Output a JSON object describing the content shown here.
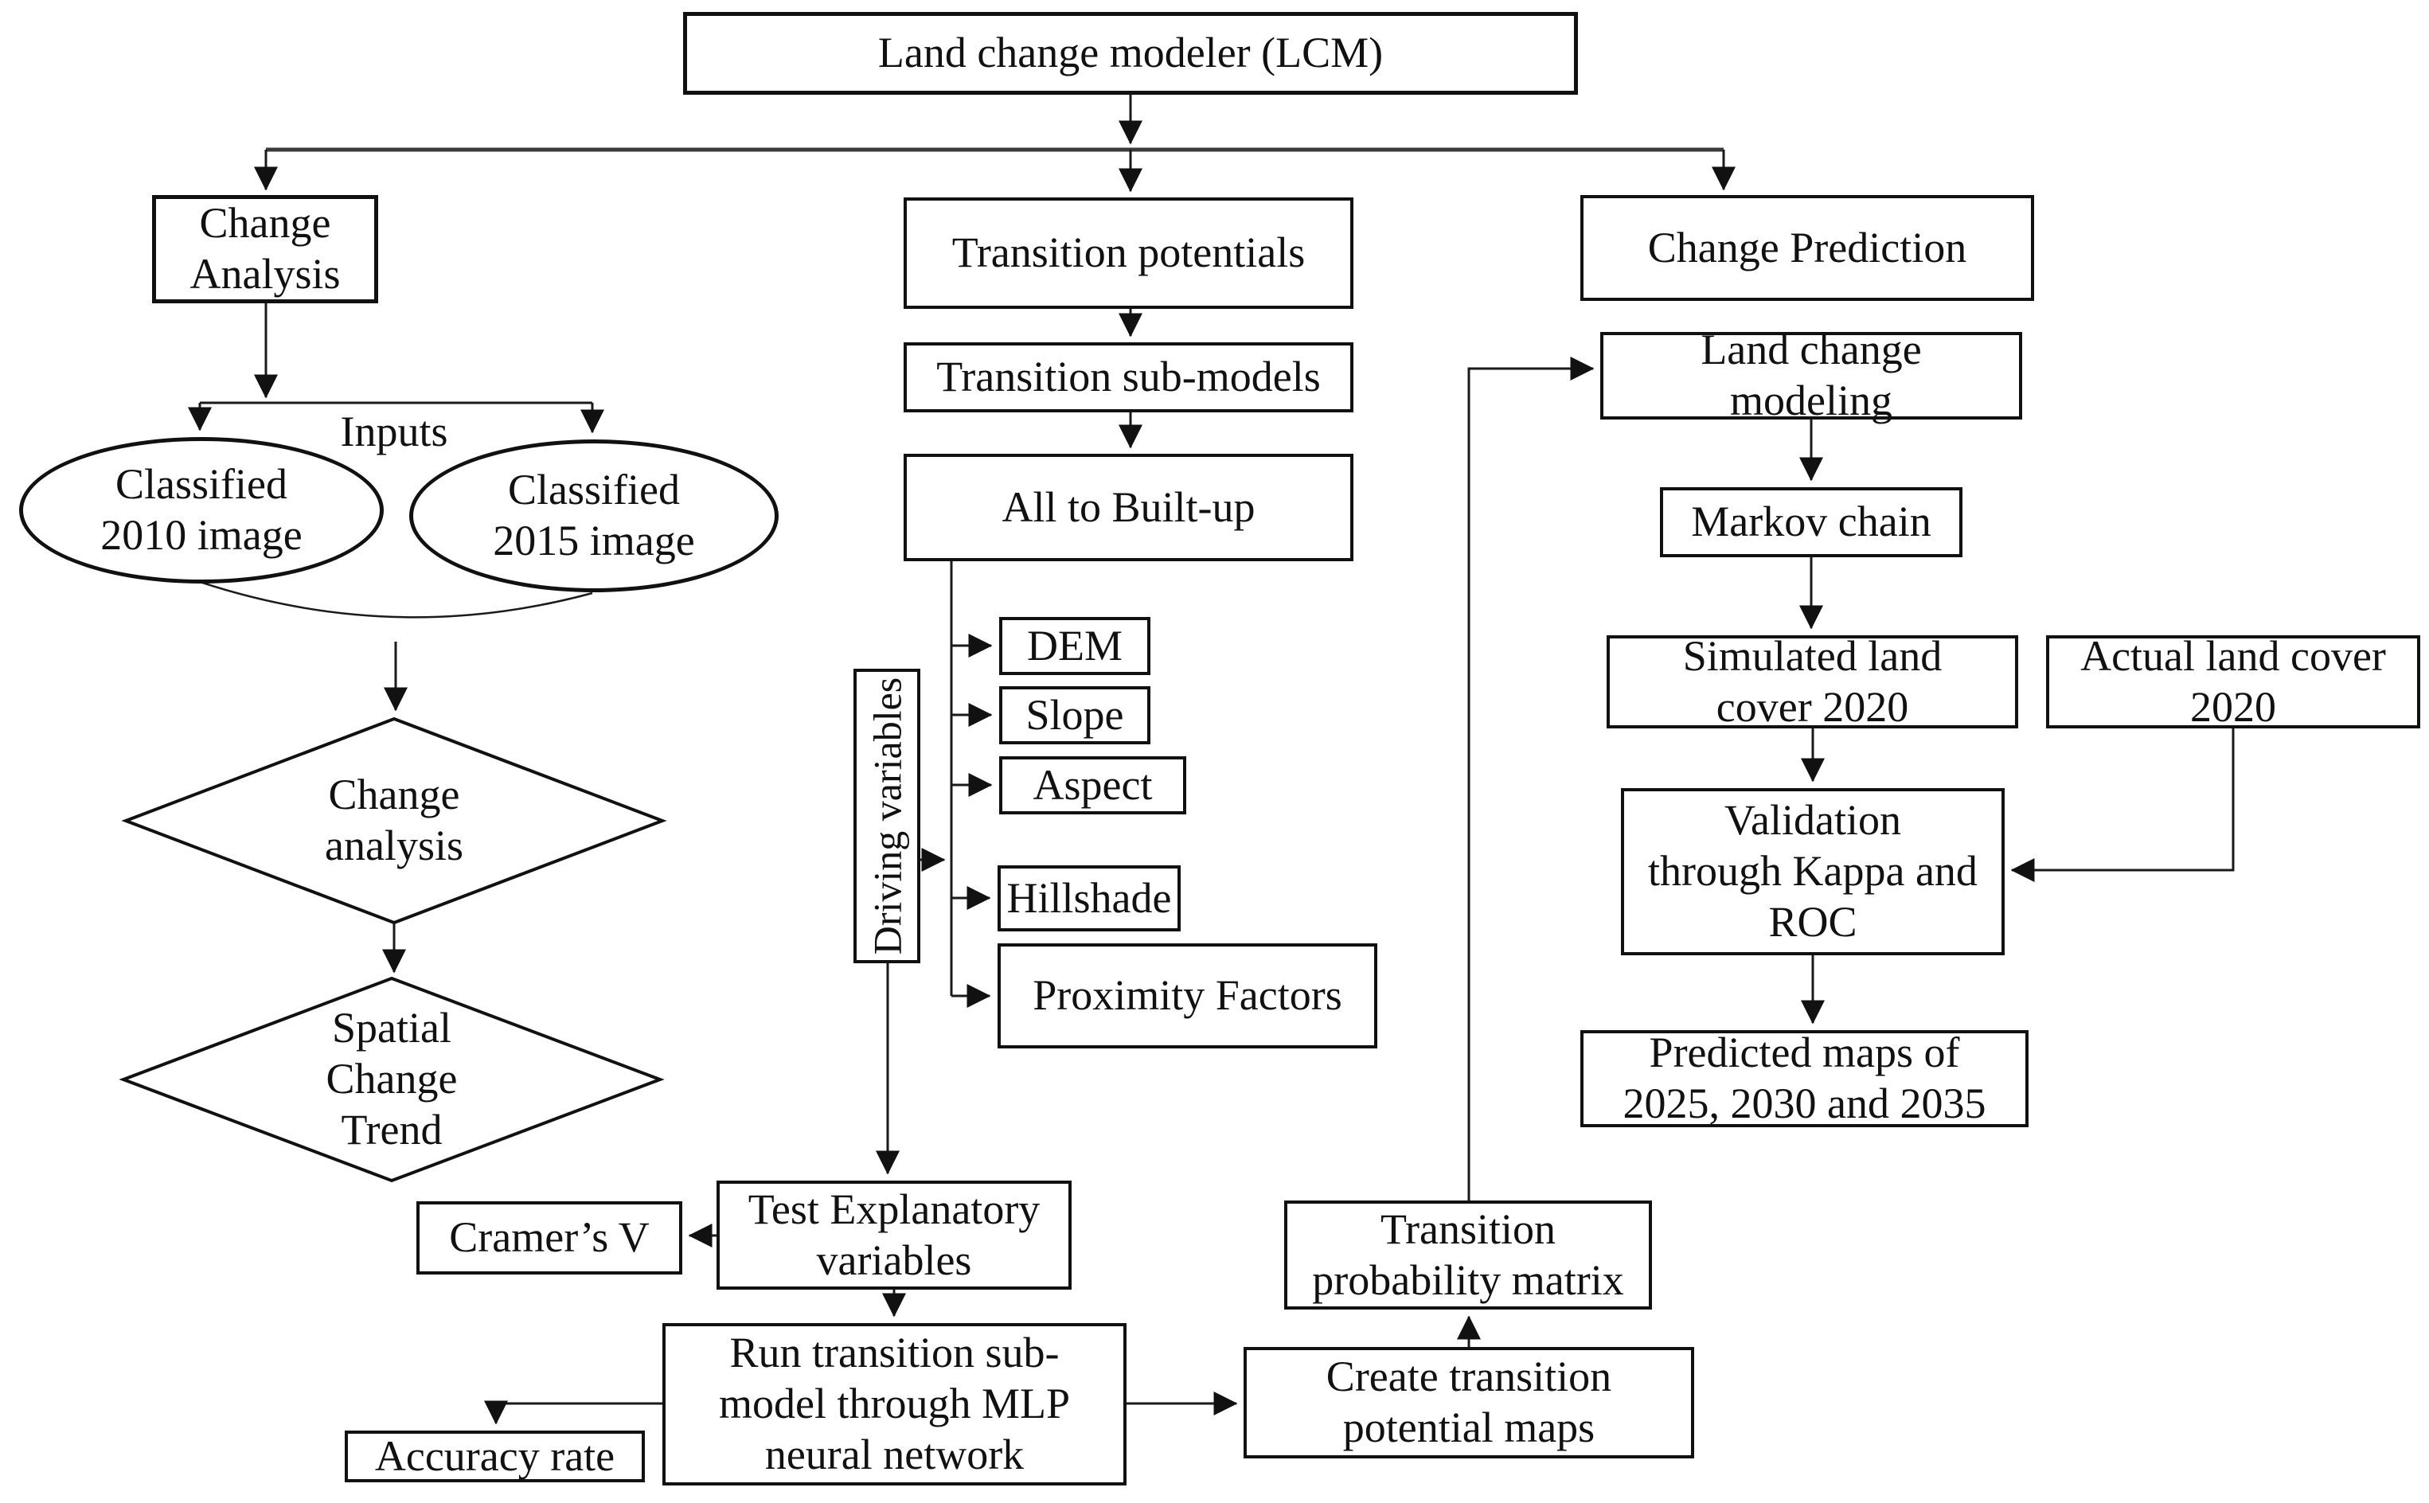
{
  "figure": {
    "type": "flowchart",
    "description_labels": {
      "inputs": "Inputs"
    }
  },
  "nodes": {
    "lcm": "Land change modeler (LCM)",
    "change_analysis": "Change Analysis",
    "transition_potentials": "Transition potentials",
    "change_prediction": "Change Prediction",
    "classified_2010": "Classified\n2010 image",
    "classified_2015": "Classified\n2015 image",
    "change_analysis_diamond": "Change\nanalysis",
    "spatial_change_trend": "Spatial\nChange\nTrend",
    "transition_sub_models": "Transition sub-models",
    "all_to_built_up": "All to Built-up",
    "driving_variables": "Driving variables",
    "dem": "DEM",
    "slope": "Slope",
    "aspect": "Aspect",
    "hillshade": "Hillshade",
    "proximity_factors": "Proximity Factors",
    "cramers_v": "Cramer’s V",
    "test_explanatory": "Test Explanatory\nvariables",
    "run_transition": "Run transition sub-\nmodel through MLP\nneural network",
    "accuracy_rate": "Accuracy rate",
    "create_transition_maps": "Create transition\npotential maps",
    "transition_prob_matrix": "Transition\nprobability matrix",
    "land_change_modeling": "Land change\nmodeling",
    "markov_chain": "Markov chain",
    "simulated_land_cover": "Simulated land\ncover 2020",
    "actual_land_cover": "Actual land cover\n2020",
    "validation": "Validation\nthrough Kappa and\nROC",
    "predicted_maps": "Predicted  maps of\n2025, 2030 and 2035"
  },
  "colors": {
    "background": "#ffffff",
    "line": "#1a1a1a",
    "heavy_line": "#3b3b3b",
    "box_border": "#111111",
    "text": "#111111"
  }
}
